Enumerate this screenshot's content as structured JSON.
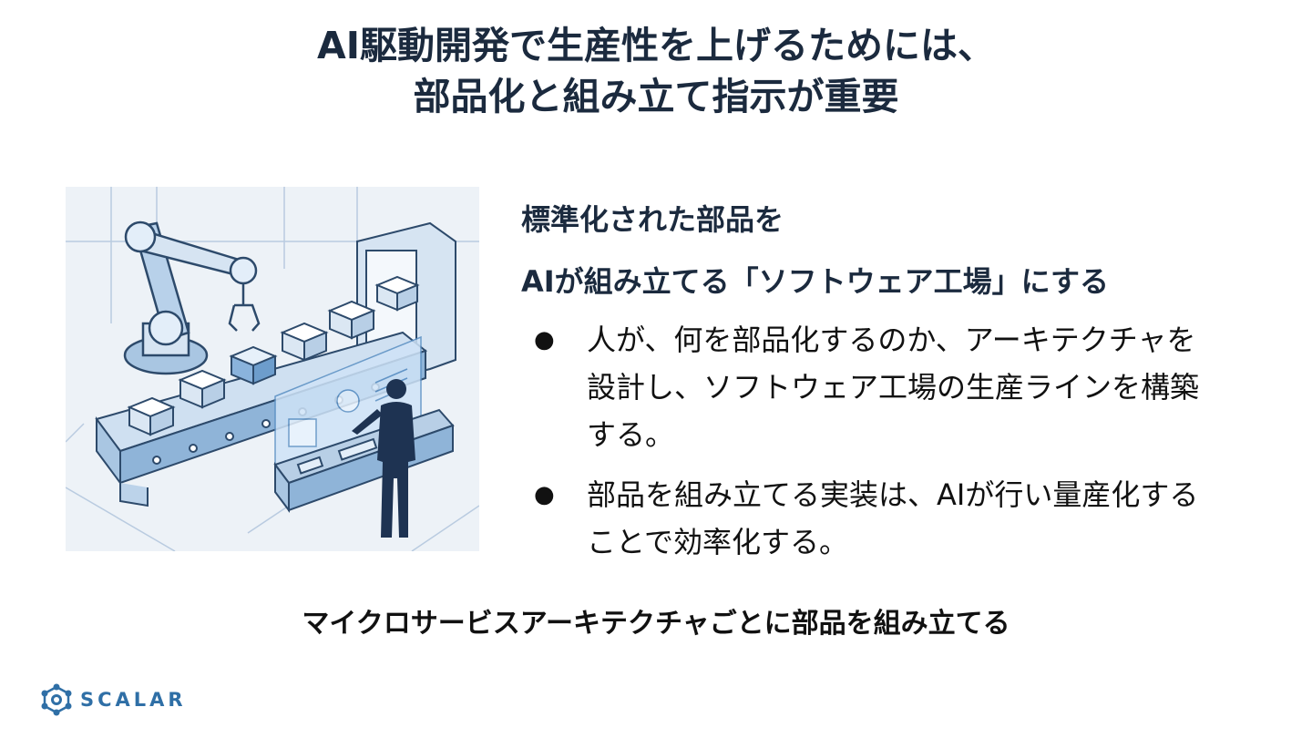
{
  "title": {
    "line1": "AI駆動開発で生産性を上げるためには、",
    "line2": "部品化と組み立て指示が重要"
  },
  "content": {
    "heading1": "標準化された部品を",
    "heading2": "AIが組み立てる「ソフトウェア工場」にする",
    "bullets": [
      {
        "marker": "●",
        "text": "人が、何を部品化するのか、アーキテクチャを設計し、ソフトウェア工場の生産ラインを構築する。"
      },
      {
        "marker": "●",
        "text": "部品を組み立てる実装は、AIが行い量産化することで効率化する。"
      }
    ]
  },
  "footer": {
    "text": "マイクロサービスアーキテクチャごとに部品を組み立てる"
  },
  "logo": {
    "text": "SCALAR",
    "icon": "scalar-logo-icon",
    "color": "#2f6fa6"
  },
  "illustration": {
    "description_icon": "factory-illustration"
  }
}
